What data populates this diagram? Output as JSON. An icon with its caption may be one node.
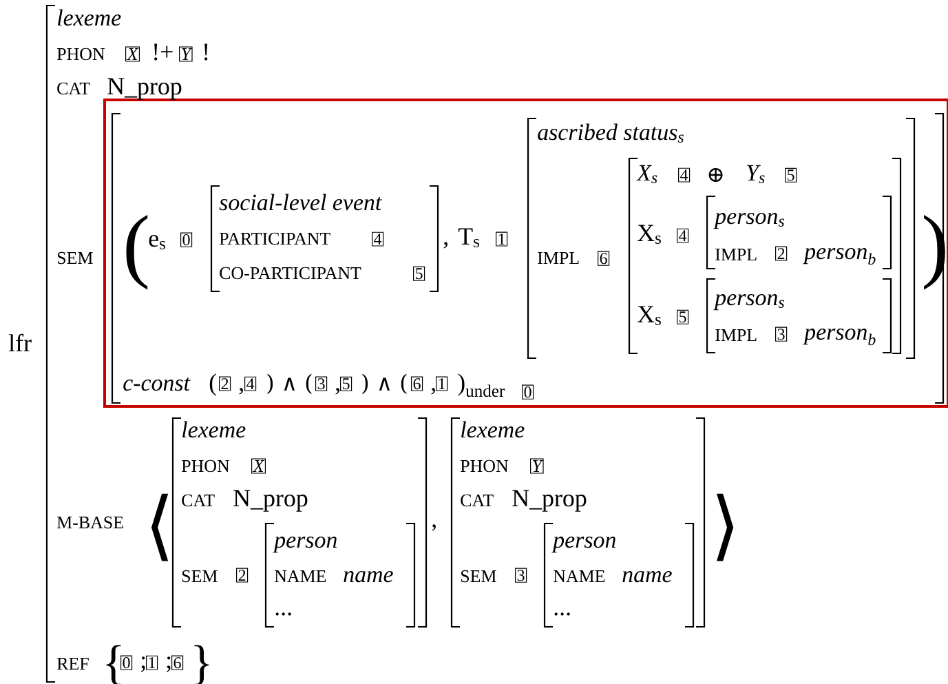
{
  "diagram": {
    "nodes": [
      {
        "text": [
          "(",
          "e$_{s}$",
          "0",
          "social-level event",
          "PARTICIPANT",
          "4",
          "CO-PARTICIPANT",
          "5",
          ",",
          "T$_{s}$",
          "1",
          "ascribed status$_{s}$",
          "IMPL",
          "6",
          "X$_{s}$",
          "4",
          "⊕",
          "Y$_{s}$",
          "5",
          "X$_{s}$",
          "4",
          "person$_{s}$",
          "IMPL",
          "2",
          "person$_{b}$",
          "X$_{s}$",
          "5",
          "person$_{s}$",
          "IMPL",
          "3",
          "person$_{b}$",
          ")",
          "c-const",
          "(",
          "2",
          ",",
          "4",
          ") ∧ (",
          "3",
          ",",
          "5",
          ") ∧ (",
          "6",
          ",",
          "1",
          ")$_{under}$",
          "0"
        ]
      }
    ],
    "labels": [
      "lexeme",
      "PHON",
      "X",
      "!+",
      "Y",
      "!",
      "CAT",
      "N_prop",
      "lfr",
      "SEM",
      "M-BASE",
      "⟨",
      "lexeme",
      "PHON",
      "X",
      "CAT",
      "N_prop",
      "SEM",
      "2",
      "person",
      "NAME",
      "name",
      "...",
      ",",
      "lexeme",
      "PHON",
      "Y",
      "CAT",
      "N_prop",
      "SEM",
      "3",
      "person",
      "NAME",
      "name",
      "...",
      "⟩",
      "REF",
      "{",
      "0",
      ";",
      "1",
      ";",
      "6",
      "}"
    ]
  }
}
